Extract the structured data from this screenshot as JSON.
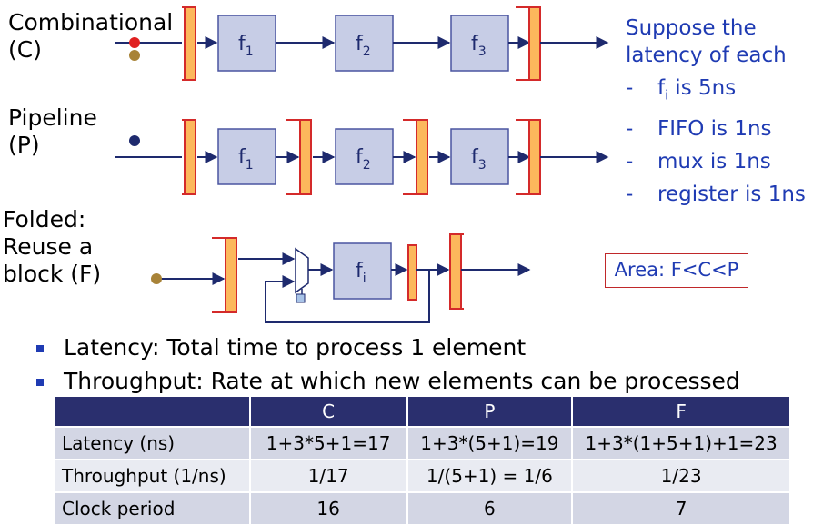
{
  "labels": {
    "comb_line1": "Combinational",
    "comb_line2": "(C)",
    "pipe_line1": "Pipeline",
    "pipe_line2": "(P)",
    "fold_line1": "Folded:",
    "fold_line2": "Reuse a",
    "fold_line3": "block (F)"
  },
  "blocks": {
    "f": "f",
    "s1": "1",
    "s2": "2",
    "s3": "3",
    "si": "i"
  },
  "notes": {
    "line1": "Suppose the",
    "line2": "latency of each",
    "item1_prefix": "-",
    "item1_f": "f",
    "item1_sub": "i",
    "item1_rest": " is 5ns",
    "item2_prefix": "-",
    "item2": "FIFO is 1ns",
    "item3_prefix": "-",
    "item3": "mux is 1ns",
    "item4_prefix": "-",
    "item4": "register is 1ns"
  },
  "area_note": "Area: F<C<P",
  "bullets": [
    "Latency: Total time to process 1 element",
    "Throughput: Rate at which new elements can be processed"
  ],
  "table": {
    "headers": [
      "",
      "C",
      "P",
      "F"
    ],
    "rows": [
      [
        "Latency (ns)",
        "1+3*5+1=17",
        "1+3*(5+1)=19",
        "1+3*(1+5+1)+1=23"
      ],
      [
        "Throughput (1/ns)",
        "1/17",
        "1/(5+1) = 1/6",
        "1/23"
      ],
      [
        "Clock period",
        "16",
        "6",
        "7"
      ]
    ]
  },
  "colors": {
    "fifo_fill": "#fcb85c",
    "fifo_stroke": "#d42a2a",
    "block_fill": "#c7cde6",
    "block_stroke": "#4a55a0",
    "wire": "#1e2a6e",
    "token_red": "#e02020",
    "token_brown": "#a88338",
    "token_navy": "#1e2a6e",
    "note_blue": "#1f3bb3",
    "table_header": "#2a2f6e"
  }
}
